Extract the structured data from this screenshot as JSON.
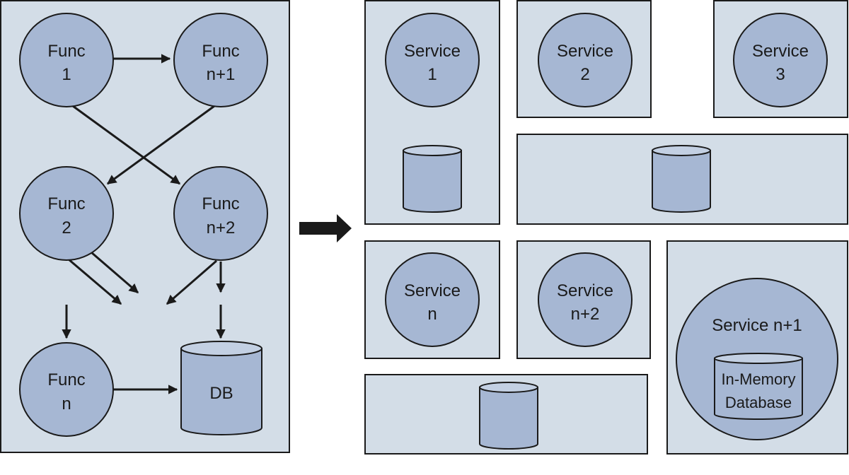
{
  "monolith": {
    "func1": {
      "line1": "Func",
      "line2": "1"
    },
    "funcN1": {
      "line1": "Func",
      "line2": "n+1"
    },
    "func2": {
      "line1": "Func",
      "line2": "2"
    },
    "funcN2": {
      "line1": "Func",
      "line2": "n+2"
    },
    "funcN": {
      "line1": "Func",
      "line2": "n"
    },
    "db": {
      "label": "DB"
    }
  },
  "microservices": {
    "service1": {
      "line1": "Service",
      "line2": "1"
    },
    "service2": {
      "line1": "Service",
      "line2": "2"
    },
    "service3": {
      "line1": "Service",
      "line2": "3"
    },
    "serviceN": {
      "line1": "Service",
      "line2": "n"
    },
    "serviceN2": {
      "line1": "Service",
      "line2": "n+2"
    },
    "serviceN1": {
      "label": "Service n+1"
    },
    "inMemoryDb": {
      "line1": "In-Memory",
      "line2": "Database"
    }
  },
  "colors": {
    "panel": "#d3dde7",
    "node": "#a6b7d3",
    "stroke": "#1a1a1a"
  }
}
